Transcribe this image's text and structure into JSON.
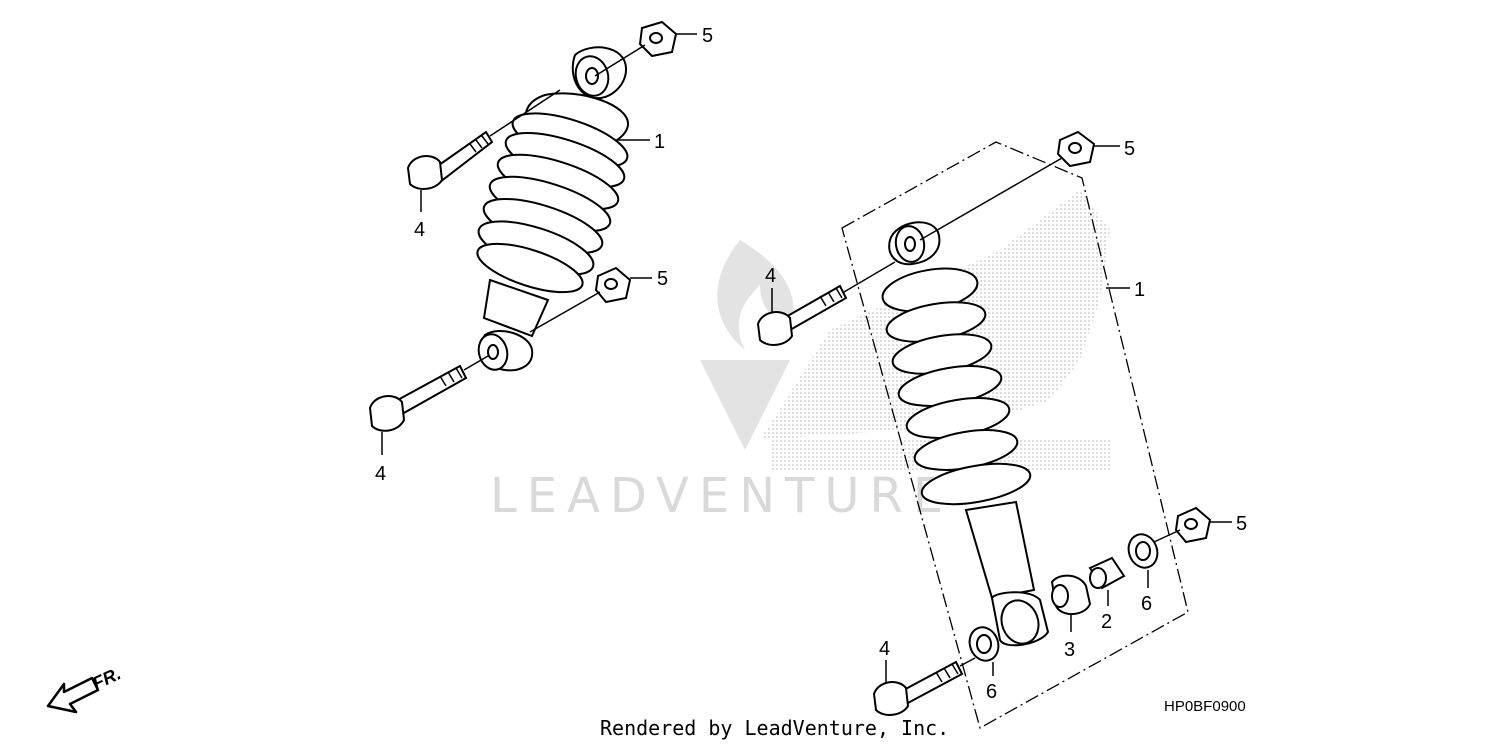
{
  "watermark": {
    "text": "LEADVENTURE",
    "logo": "leadventure-flame-logo"
  },
  "background_logo": "honda-wing-logo",
  "callouts": {
    "left_shock": "1",
    "left_top_nut": "5",
    "left_top_bolt": "4",
    "left_bottom_nut": "5",
    "left_bottom_bolt": "4",
    "right_shock": "1",
    "right_top_nut": "5",
    "right_top_bolt": "4",
    "right_bottom_nut": "5",
    "right_bottom_bolt": "4",
    "collar": "2",
    "bushing": "3",
    "seal_right": "6",
    "seal_left": "6"
  },
  "direction_marker": {
    "label": "FR.",
    "icon": "front-arrow-icon"
  },
  "diagram_code": "HP0BF0900",
  "footer_text": "Rendered by LeadVenture, Inc."
}
